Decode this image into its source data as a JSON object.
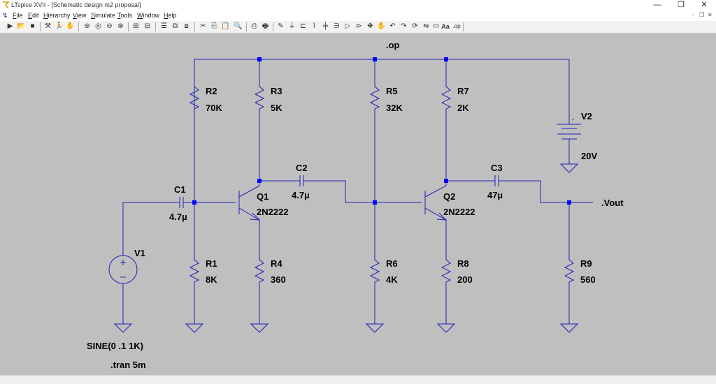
{
  "window": {
    "title": "LTspice XVII - [Schematic design m2 proposal]",
    "controls": {
      "minimize": "—",
      "restore": "❐",
      "close": "✕"
    }
  },
  "menu": {
    "items": [
      {
        "label": "File",
        "underline": "F",
        "rest": "ile"
      },
      {
        "label": "Edit",
        "underline": "E",
        "rest": "dit"
      },
      {
        "label": "Hierarchy",
        "underline": "H",
        "rest": "ierarchy"
      },
      {
        "label": "View",
        "underline": "V",
        "rest": "iew"
      },
      {
        "label": "Simulate",
        "underline": "S",
        "rest": "imulate"
      },
      {
        "label": "Tools",
        "underline": "T",
        "rest": "ools"
      },
      {
        "label": "Window",
        "underline": "W",
        "rest": "indow"
      },
      {
        "label": "Help",
        "underline": "H",
        "rest": "elp"
      }
    ],
    "mdi_controls": {
      "minimize": "-",
      "restore": "❐",
      "close": "✕"
    }
  },
  "toolbar": {
    "icons": [
      "new-schematic-icon",
      "open-icon",
      "save-icon",
      "control-panel-icon",
      "run-icon",
      "halt-icon",
      "zoom-in-icon",
      "pan-icon",
      "zoom-out-icon",
      "zoom-fit-icon",
      "autoscale-icon",
      "tile-vertical-icon",
      "tile-horizontal-icon",
      "close-window-icon",
      "cut-icon",
      "copy-icon",
      "paste-icon",
      "find-icon",
      "print-icon",
      "print-preview-icon",
      "wire-icon",
      "ground-icon",
      "label-net-icon",
      "resistor-icon",
      "capacitor-icon",
      "inductor-icon",
      "diode-icon",
      "component-icon",
      "move-icon",
      "drag-icon",
      "undo-icon",
      "redo-icon",
      "rotate-icon",
      "mirror-icon",
      "text-icon",
      "spice-directive-icon"
    ],
    "glyphs": {
      "text-icon": "Aa",
      "spice-directive-icon": ".op"
    }
  },
  "schematic": {
    "wire_color": "#2020b4",
    "junction_color": "#0000ff",
    "label_color": "#000000",
    "directives": {
      "op": ".op",
      "tran": ".tran 5m"
    },
    "components": {
      "R1": {
        "ref": "R1",
        "value": "8K"
      },
      "R2": {
        "ref": "R2",
        "value": "70K"
      },
      "R3": {
        "ref": "R3",
        "value": "5K"
      },
      "R4": {
        "ref": "R4",
        "value": "360"
      },
      "R5": {
        "ref": "R5",
        "value": "32K"
      },
      "R6": {
        "ref": "R6",
        "value": "4K"
      },
      "R7": {
        "ref": "R7",
        "value": "2K"
      },
      "R8": {
        "ref": "R8",
        "value": "200"
      },
      "R9": {
        "ref": "R9",
        "value": "560"
      },
      "C1": {
        "ref": "C1",
        "value": "4.7µ"
      },
      "C2": {
        "ref": "C2",
        "value": "4.7µ"
      },
      "C3": {
        "ref": "C3",
        "value": "47µ"
      },
      "Q1": {
        "ref": "Q1",
        "model": "2N2222"
      },
      "Q2": {
        "ref": "Q2",
        "model": "2N2222"
      },
      "V1": {
        "ref": "V1",
        "value": "SINE(0 .1 1K)"
      },
      "V2": {
        "ref": "V2",
        "value": "20V"
      }
    },
    "net_labels": {
      "vout": ".Vout"
    }
  }
}
